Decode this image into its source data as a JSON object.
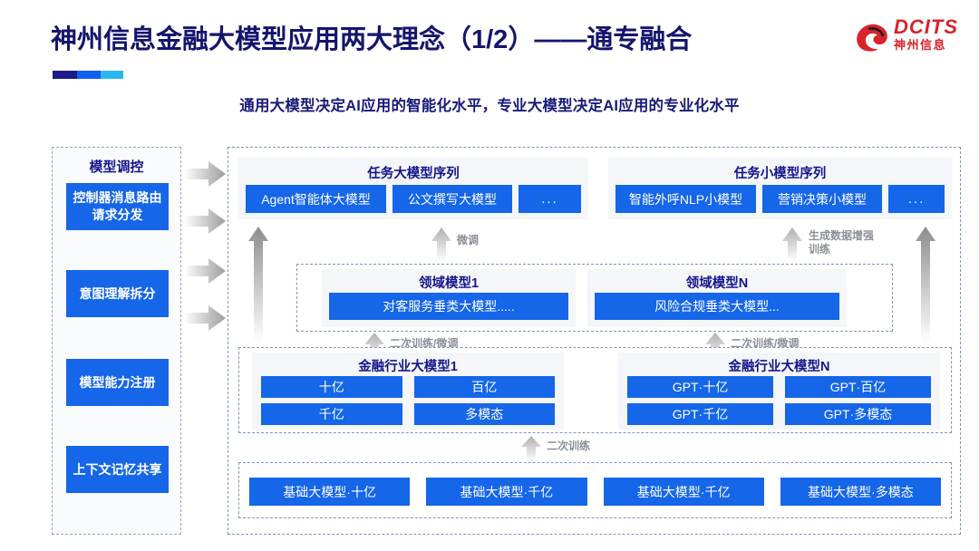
{
  "header": {
    "title": "神州信息金融大模型应用两大理念（1/2）——通专融合",
    "subtitle": "通用大模型决定AI应用的智能化水平，专业大模型决定AI应用的专业化水平",
    "logo": {
      "en": "DCITS",
      "cn": "神州信息",
      "color": "#d8232a"
    }
  },
  "colors": {
    "title_navy": "#15156e",
    "chip_blue": "#1566e8",
    "panel_grey": "#f4f6f9",
    "dash_border": "#7e93c4",
    "arrow_grey": "#9a9a9a"
  },
  "left_panel": {
    "title": "模型调控",
    "items": [
      {
        "label": "控制器消息路由请求分发"
      },
      {
        "label": "意图理解拆分"
      },
      {
        "label": "模型能力注册"
      },
      {
        "label": "上下文记忆共享"
      }
    ]
  },
  "side_arrows": [
    {
      "name": "side-arrow-1"
    },
    {
      "name": "side-arrow-2"
    },
    {
      "name": "side-arrow-3"
    },
    {
      "name": "side-arrow-4"
    }
  ],
  "task_sequences": [
    {
      "title": "任务大模型序列",
      "chips": [
        "Agent智能体大模型",
        "公文撰写大模型",
        "..."
      ]
    },
    {
      "title": "任务小模型序列",
      "chips": [
        "智能外呼NLP小模型",
        "营销决策小模型",
        "..."
      ]
    }
  ],
  "domain_models": [
    {
      "title": "领域模型1",
      "chip": "对客服务垂类大模型....."
    },
    {
      "title": "领域模型N",
      "chip": "风险合规垂类大模型..."
    }
  ],
  "industry_models": [
    {
      "title": "金融行业大模型1",
      "cells": [
        "十亿",
        "百亿",
        "千亿",
        "多模态"
      ]
    },
    {
      "title": "金融行业大模型N",
      "cells": [
        "GPT·十亿",
        "GPT·百亿",
        "GPT·千亿",
        "GPT·多模态"
      ]
    }
  ],
  "base_models": {
    "cells": [
      "基础大模型·十亿",
      "基础大模型·千亿",
      "基础大模型·千亿",
      "基础大模型·多模态"
    ]
  },
  "flow_labels": {
    "fine_tune": "微调",
    "data_aug": "生成数据增强训练",
    "retrain_tune_left": "二次训练/微调",
    "retrain_tune_right": "二次训练/微调",
    "retrain": "二次训练"
  }
}
